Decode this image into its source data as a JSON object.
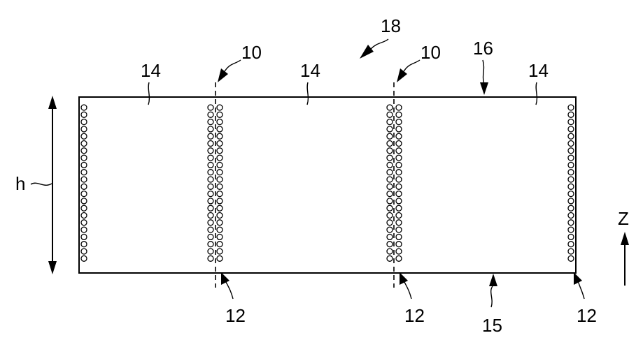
{
  "labels": {
    "assembly": "18",
    "wall_left": "14",
    "wall_mid": "14",
    "wall_right": "14",
    "seam_left_top": "10",
    "seam_right_top": "10",
    "top_edge": "16",
    "bottom_edge": "15",
    "seam_left_bottom": "12",
    "seam_right_bottom": "12",
    "right_edge_bottom": "12",
    "height": "h",
    "axis": "Z"
  }
}
